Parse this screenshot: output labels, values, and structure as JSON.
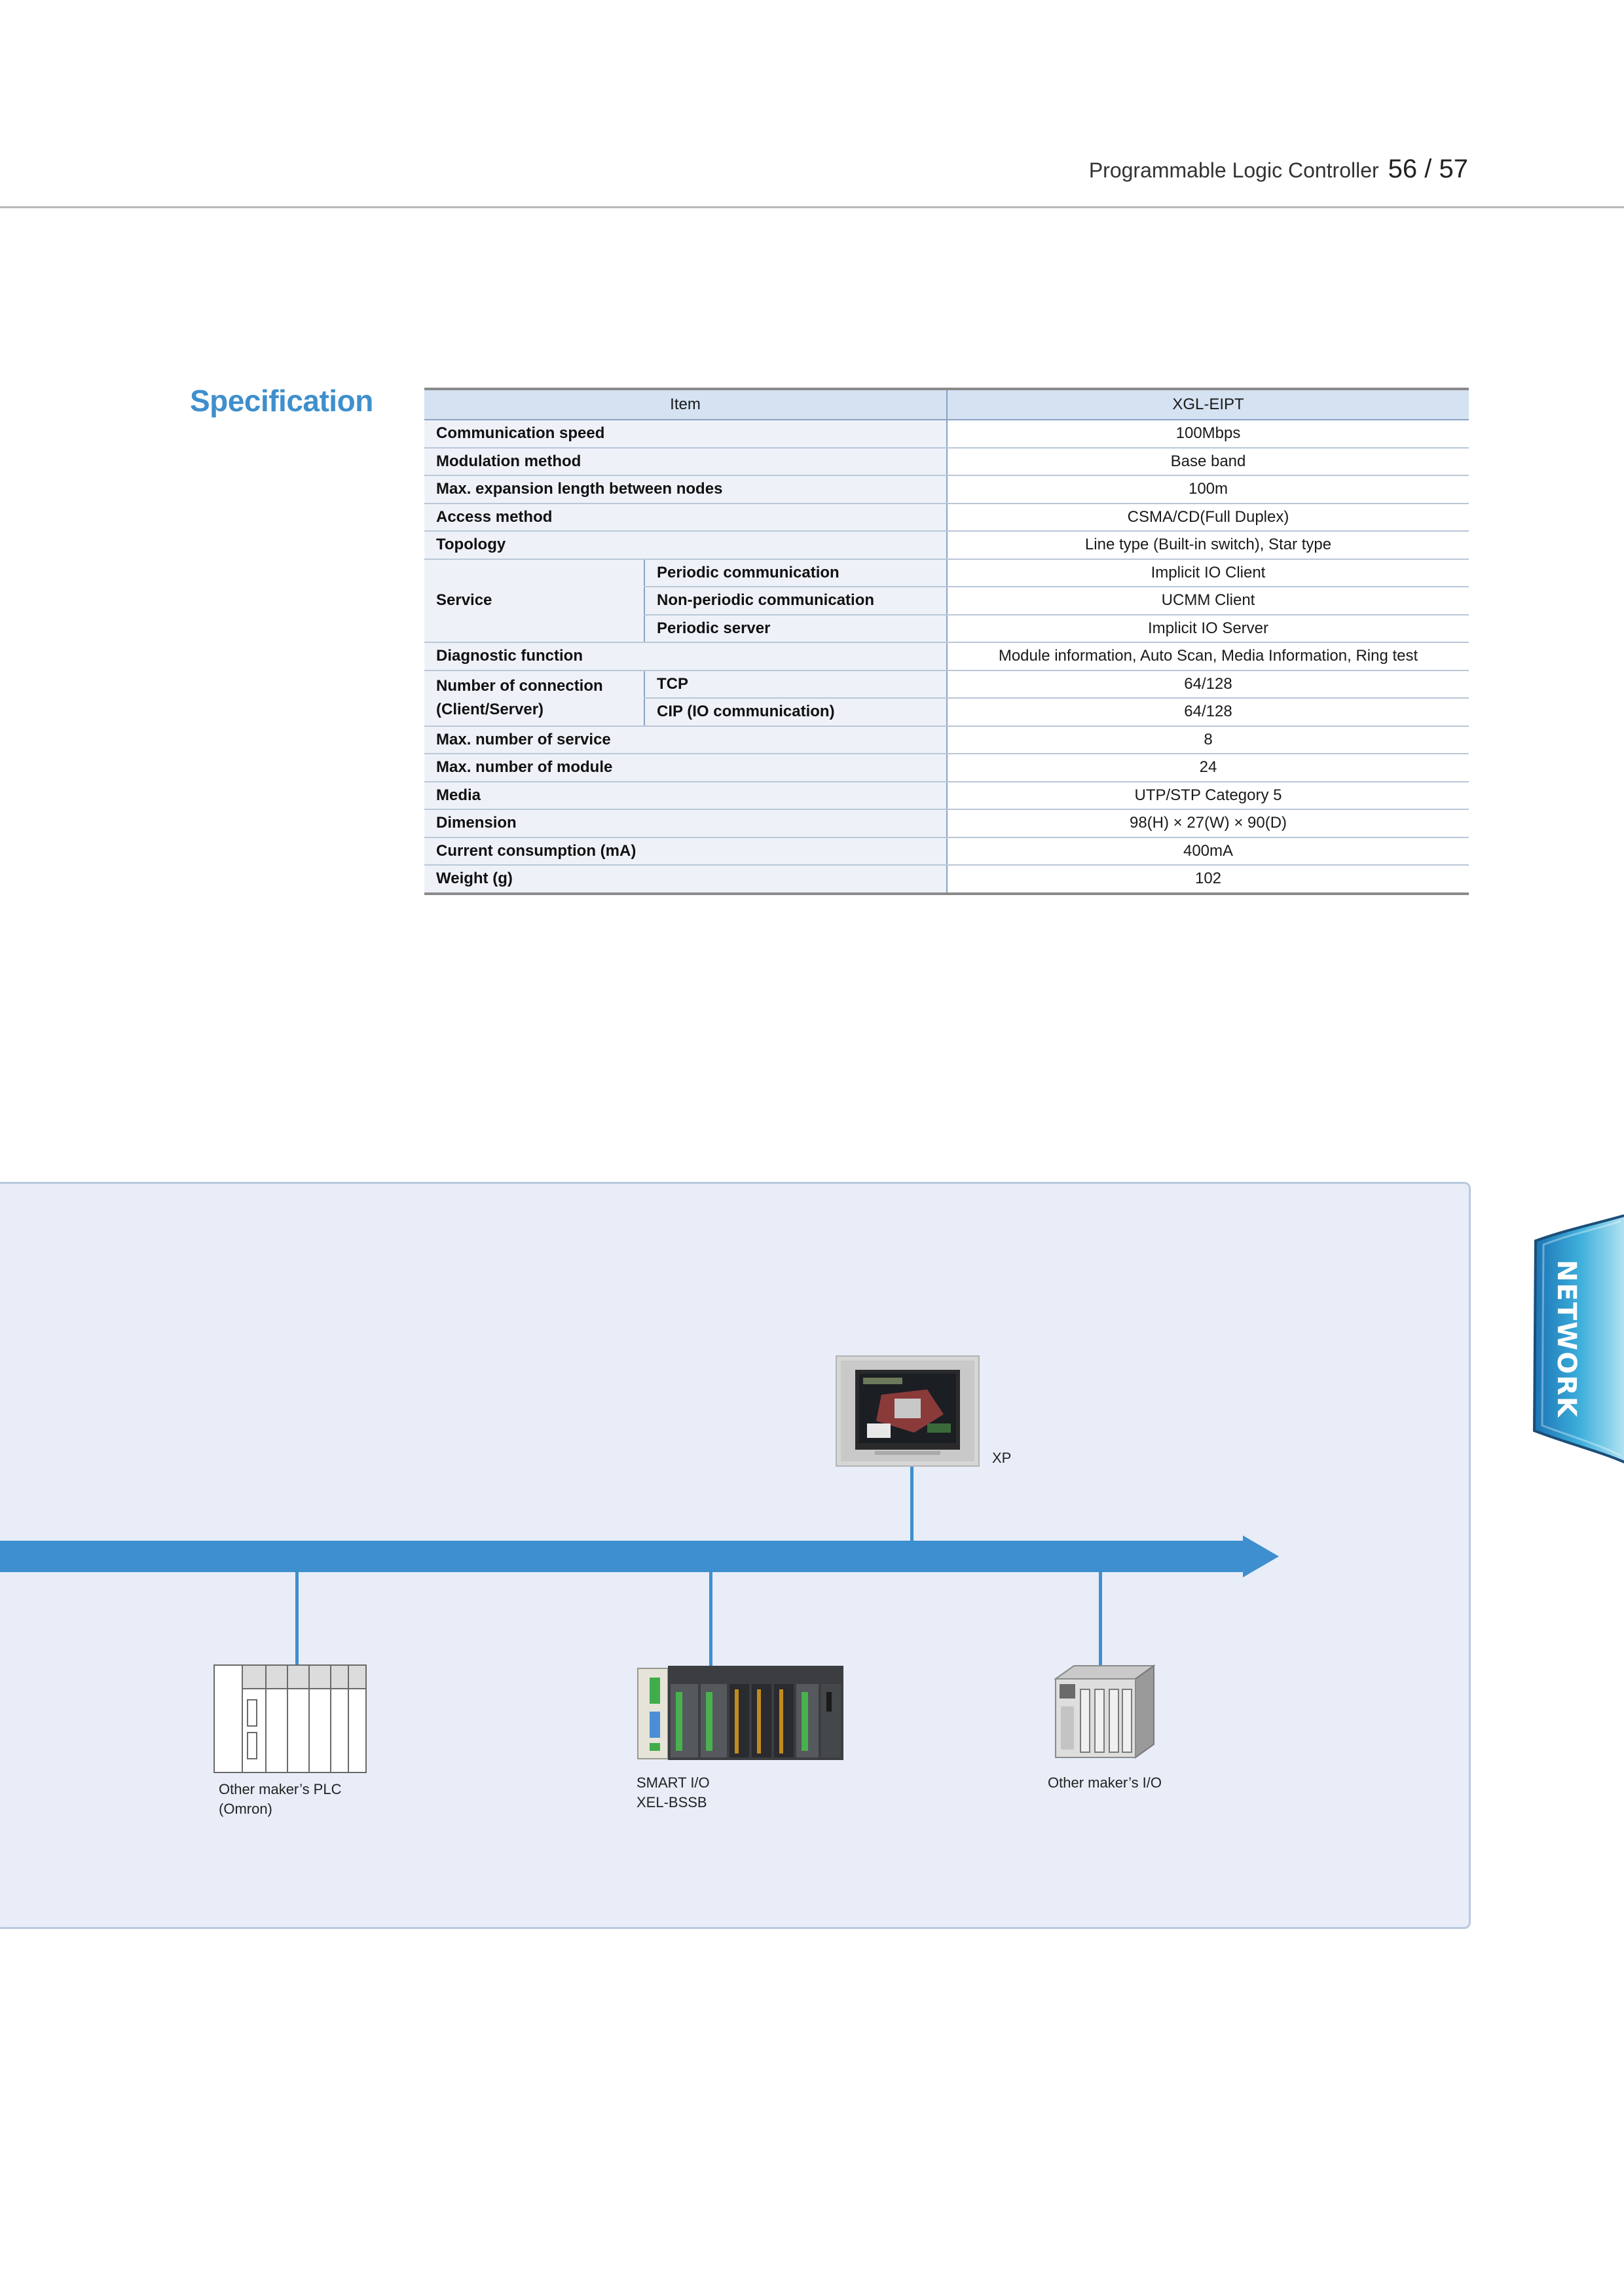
{
  "header": {
    "title": "Programmable Logic Controller",
    "page": "56 / 57"
  },
  "section_title": "Specification",
  "spec_table": {
    "header_item": "Item",
    "header_model": "XGL-EIPT",
    "rows": {
      "speed": {
        "label": "Communication speed",
        "value": "100Mbps"
      },
      "modulation": {
        "label": "Modulation method",
        "value": "Base band"
      },
      "expansion": {
        "label": "Max. expansion length between nodes",
        "value": "100m"
      },
      "access": {
        "label": "Access method",
        "value": "CSMA/CD(Full Duplex)"
      },
      "topology": {
        "label": "Topology",
        "value": "Line type (Built-in switch), Star type"
      },
      "service": {
        "label": "Service",
        "sub": [
          {
            "label": "Periodic communication",
            "value": "Implicit IO Client"
          },
          {
            "label": "Non-periodic communication",
            "value": "UCMM Client"
          },
          {
            "label": "Periodic server",
            "value": "Implicit IO Server"
          }
        ]
      },
      "diagnostic": {
        "label": "Diagnostic function",
        "value": "Module information, Auto Scan, Media Information, Ring test"
      },
      "connection": {
        "label_line1": "Number of connection",
        "label_line2": "(Client/Server)",
        "sub": [
          {
            "label": "TCP",
            "value": "64/128"
          },
          {
            "label": "CIP (IO communication)",
            "value": "64/128"
          }
        ]
      },
      "max_service": {
        "label": "Max. number of service",
        "value": "8"
      },
      "max_module": {
        "label": "Max. number of module",
        "value": "24"
      },
      "media": {
        "label": "Media",
        "value": "UTP/STP Category 5"
      },
      "dimension": {
        "label": "Dimension",
        "value": "98(H) × 27(W) × 90(D)"
      },
      "current": {
        "label": "Current consumption (mA)",
        "value": "400mA"
      },
      "weight": {
        "label": "Weight (g)",
        "value": "102"
      }
    }
  },
  "diagram": {
    "xp_label": "XP",
    "plc_label_line1": "Other maker’s PLC",
    "plc_label_line2": "(Omron)",
    "smart_io_line1": "SMART I/O",
    "smart_io_line2": "XEL-BSSB",
    "other_io_label": "Other maker’s I/O"
  },
  "side_tab": {
    "label": "NETWORK"
  },
  "colors": {
    "accent": "#3e8fcf",
    "title": "#3f8fcc",
    "panel": "#e8edf8",
    "table_header": "#d5e2f2"
  }
}
